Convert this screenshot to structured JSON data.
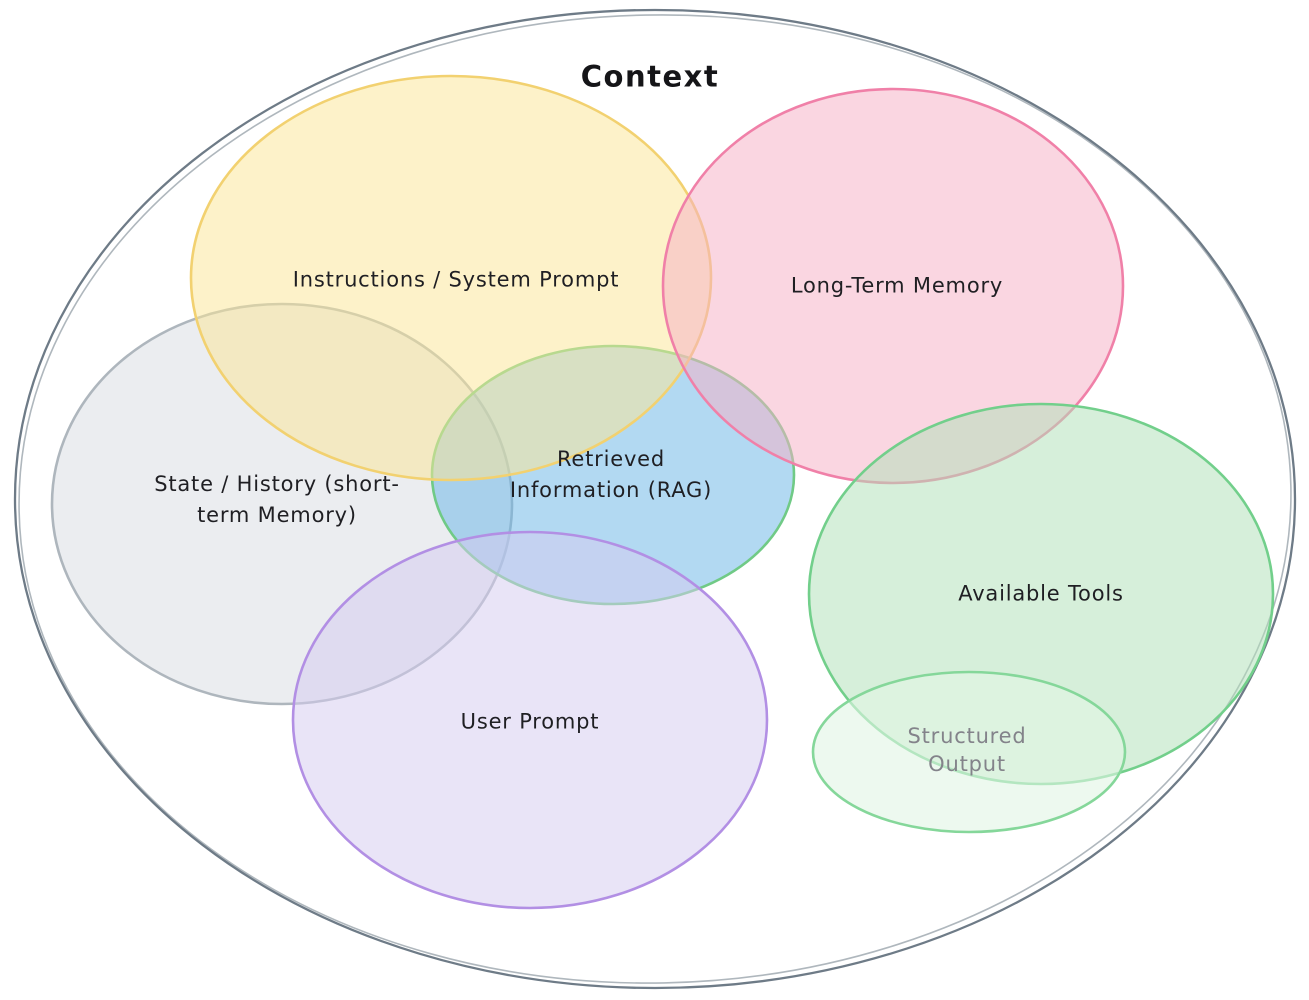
{
  "title": "Context",
  "sets": {
    "instructions": {
      "label": "Instructions / System Prompt"
    },
    "long_term_memory": {
      "label": "Long-Term Memory"
    },
    "state_history": {
      "label": "State / History (short-term Memory)",
      "line1": "State / History (short-",
      "line2": "term Memory)"
    },
    "retrieved_information": {
      "label": "Retrieved Information (RAG)",
      "line1": "Retrieved",
      "line2": "Information (RAG)"
    },
    "user_prompt": {
      "label": "User Prompt"
    },
    "available_tools": {
      "label": "Available Tools"
    },
    "structured_output": {
      "label": "Structured Output",
      "line1": "Structured",
      "line2": "Output"
    }
  },
  "colors": {
    "background": "#ffffff",
    "outer_stroke": "#6e7b87",
    "title_text": "#151518",
    "label_text": "#1f1f23",
    "structured_text": "#83838a",
    "instructions_fill": "#fbe797",
    "instructions_stroke": "#f2d170",
    "memory_fill": "#f5b1c5",
    "memory_stroke": "#f080a8",
    "state_fill": "#d9dde3",
    "state_stroke": "#aeb6bd",
    "rag_fill": "#6bb7e7",
    "rag_stroke": "#70ca86",
    "user_fill": "#d4cbef",
    "user_stroke": "#b28fe4",
    "tools_fill": "#b1e1b9",
    "tools_stroke": "#72cf8b",
    "structured_fill": "#e1f5e5",
    "structured_stroke": "#85d79a"
  }
}
